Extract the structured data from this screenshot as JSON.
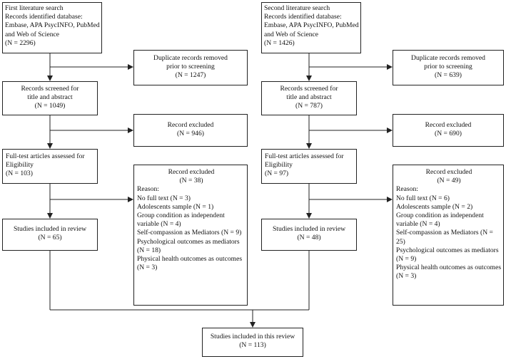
{
  "left": {
    "search": {
      "lines": [
        "First literature search",
        "Records identified database:",
        "Embase, APA PsycINFO, PubMed",
        "and Web of Science"
      ],
      "n": "(N = 2296)"
    },
    "duplicates": {
      "lines": [
        "Duplicate records removed",
        "prior to screening"
      ],
      "n": "(N = 1247)"
    },
    "screened": {
      "lines": [
        "Records screened for",
        "title and abstract"
      ],
      "n": "(N = 1049)"
    },
    "excluded1": {
      "lines": [
        "Record excluded"
      ],
      "n": "(N = 946)"
    },
    "fulltext": {
      "lines": [
        "Full-test articles assessed for",
        "Eligibility"
      ],
      "n": "(N = 103)"
    },
    "excluded2": {
      "title": "Record excluded",
      "n": "(N = 38)",
      "reason_label": "Reason:",
      "reasons": [
        "No full text (N = 3)",
        "Adolescents sample (N = 1)",
        "Group condition as independent variable (N = 4)",
        "Self-compassion as Mediators (N = 9)",
        "Psychological outcomes as mediators (N = 18)",
        "Physical health outcomes as outcomes (N = 3)"
      ]
    },
    "included": {
      "lines": [
        "Studies included in review"
      ],
      "n": "(N = 65)"
    }
  },
  "right": {
    "search": {
      "lines": [
        "Second literature search",
        "Records identified database:",
        "Embase, APA PsycINFO, PubMed",
        "and Web of Science"
      ],
      "n": "(N = 1426)"
    },
    "duplicates": {
      "lines": [
        "Duplicate records removed",
        "prior to screening"
      ],
      "n": "(N = 639)"
    },
    "screened": {
      "lines": [
        "Records screened for",
        "title and abstract"
      ],
      "n": "(N = 787)"
    },
    "excluded1": {
      "lines": [
        "Record excluded"
      ],
      "n": "(N = 690)"
    },
    "fulltext": {
      "lines": [
        "Full-test articles assessed for",
        "Eligibility"
      ],
      "n": "(N = 97)"
    },
    "excluded2": {
      "title": "Record excluded",
      "n": "(N = 49)",
      "reason_label": "Reason:",
      "reasons": [
        "No full text (N = 6)",
        "Adolescents sample (N = 2)",
        "Group condition as independent variable (N = 4)",
        "Self-compassion as Mediators (N = 25)",
        "Psychological outcomes as mediators (N = 9)",
        "Physical health outcomes as outcomes (N = 3)"
      ]
    },
    "included": {
      "lines": [
        "Studies included in review"
      ],
      "n": "(N = 48)"
    }
  },
  "final": {
    "lines": [
      "Studies included in this review"
    ],
    "n": "(N = 113)"
  }
}
